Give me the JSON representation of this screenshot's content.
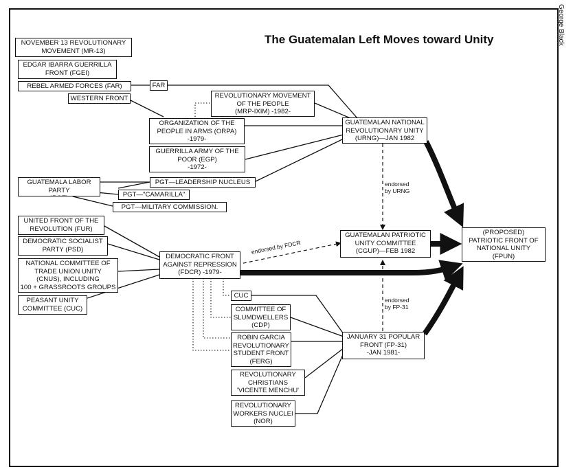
{
  "title": "The Guatemalan Left Moves toward Unity",
  "credit": "George Black",
  "nodes": {
    "mr13": "NOVEMBER 13 REVOLUTIONARY\nMOVEMENT (MR-13)",
    "fgei": "EDGAR IBARRA GUERRILLA\nFRONT (FGEI)",
    "far": "REBEL ARMED FORCES (FAR)",
    "far_short": "FAR",
    "western_front": "WESTERN FRONT",
    "mrp": "REVOLUTIONARY MOVEMENT\nOF THE PEOPLE\n(MRP-IXIM) -1982-",
    "orpa": "ORGANIZATION OF THE\nPEOPLE IN ARMS (ORPA)\n-1979-",
    "egp": "GUERRILLA ARMY OF THE\nPOOR (EGP)\n-1972-",
    "pgt": "GUATEMALA LABOR PARTY\n(PGT)",
    "pgt_nucleus": "PGT—LEADERSHIP NUCLEUS",
    "pgt_camarilla": "PGT—\"CAMARILLA\"",
    "pgt_military": "PGT—MILITARY COMMISSION.",
    "urng": "GUATEMALAN NATIONAL\nREVOLUTIONARY UNITY\n(URNG)—JAN 1982",
    "fur": "UNITED FRONT OF THE\nREVOLUTION (FUR)",
    "psd": "DEMOCRATIC SOCIALIST\nPARTY (PSD)",
    "cnus": "NATIONAL COMMITTEE OF\nTRADE UNION UNITY\n(CNUS), INCLUDING\n100 + GRASSROOTS GROUPS",
    "cuc_left": "PEASANT UNITY\nCOMMITTEE (CUC)",
    "fdcr": "DEMOCRATIC FRONT\nAGAINST REPRESSION\n(FDCR) -1979-",
    "cgup": "GUATEMALAN PATRIOTIC\nUNITY COMMITTEE\n(CGUP)—FEB 1982",
    "fpun": "(proposed)\nPATRIOTIC FRONT OF\nNATIONAL UNITY\n(FPUN)",
    "cuc": "CUC",
    "cdp": "COMMITTEE OF\nSLUMDWELLERS\n(CDP)",
    "ferg": "ROBIN GARCIA\nREVOLUTIONARY\nSTUDENT FRONT\n(FERG)",
    "vicente": "REVOLUTIONARY\nCHRISTIANS\n'VICENTE MENCHU'",
    "nor": "REVOLUTIONARY\nWORKERS NUCLEI\n(NOR)",
    "fp31": "JANUARY 31 POPULAR\nFRONT (FP-31)\n-JAN 1981-"
  },
  "edge_labels": {
    "endorsed_urng": "endorsed\nby URNG",
    "endorsed_fdcr": "endorsed by FDCR",
    "endorsed_fp31": "endorsed\nby FP-31"
  },
  "colors": {
    "ink": "#111111",
    "paper": "#ffffff"
  }
}
